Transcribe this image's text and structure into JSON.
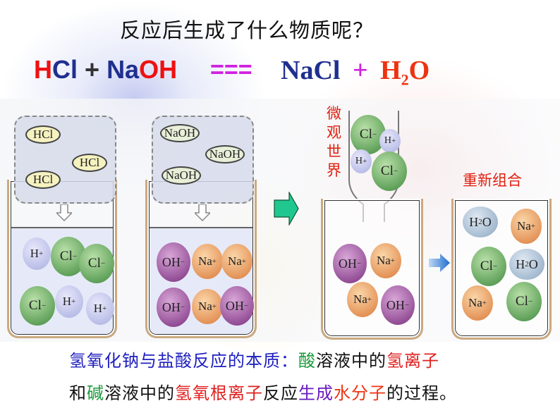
{
  "title": "反应后生成了什么物质呢？",
  "equation": {
    "reactant1": {
      "part1": "H",
      "part2": "Cl"
    },
    "plus1": "+",
    "reactant2": {
      "part1": "Na",
      "part2": "OH"
    },
    "equals": "===",
    "product1": "NaCl",
    "plus2": "+",
    "product2": {
      "base": "H",
      "sub": "2",
      "tail": "O"
    }
  },
  "diagram": {
    "hcl_molecules": [
      "HCl",
      "HCl",
      "HCl"
    ],
    "naoh_molecules": [
      "NaOH",
      "NaOH",
      "NaOH"
    ],
    "beaker1_ions": [
      {
        "sym": "H",
        "charge": "+"
      },
      {
        "sym": "Cl",
        "charge": "−"
      },
      {
        "sym": "Cl",
        "charge": "−"
      },
      {
        "sym": "Cl",
        "charge": "−"
      },
      {
        "sym": "H",
        "charge": "+"
      },
      {
        "sym": "H",
        "charge": "+"
      }
    ],
    "beaker2_ions": [
      {
        "sym": "OH",
        "charge": "−"
      },
      {
        "sym": "Na",
        "charge": "+"
      },
      {
        "sym": "Na",
        "charge": "+"
      },
      {
        "sym": "OH",
        "charge": "−"
      },
      {
        "sym": "Na",
        "charge": "+"
      },
      {
        "sym": "OH",
        "charge": "−"
      }
    ],
    "micro_label": [
      "微",
      "观",
      "世",
      "界"
    ],
    "funnel_ions": [
      {
        "sym": "Cl",
        "charge": "−"
      },
      {
        "sym": "H",
        "charge": "+"
      },
      {
        "sym": "H",
        "charge": "+"
      },
      {
        "sym": "Cl",
        "charge": "−"
      }
    ],
    "beaker3_ions": [
      {
        "sym": "OH",
        "charge": "−"
      },
      {
        "sym": "Na",
        "charge": "+"
      },
      {
        "sym": "Na",
        "charge": "+"
      },
      {
        "sym": "OH",
        "charge": "−"
      }
    ],
    "recombine_label": "重新组合",
    "beaker4_ions": [
      {
        "sym": "H",
        "sub": "2",
        "tail": "O"
      },
      {
        "sym": "Na",
        "charge": "+"
      },
      {
        "sym": "Cl",
        "charge": "−"
      },
      {
        "sym": "H",
        "sub": "2",
        "tail": "O"
      },
      {
        "sym": "Na",
        "charge": "+"
      },
      {
        "sym": "Cl",
        "charge": "−"
      }
    ]
  },
  "explanation": {
    "line1": [
      {
        "text": "氢氧化钠与盐酸反应的本质：",
        "color": "blue"
      },
      {
        "text": "酸",
        "color": "green"
      },
      {
        "text": "溶液中的",
        "color": "black"
      },
      {
        "text": "氢离子",
        "color": "red"
      }
    ],
    "line2": [
      {
        "text": "和",
        "color": "black"
      },
      {
        "text": "碱",
        "color": "green"
      },
      {
        "text": "溶液中的",
        "color": "black"
      },
      {
        "text": "氢氧根离子",
        "color": "red"
      },
      {
        "text": "反应",
        "color": "black"
      },
      {
        "text": "生成",
        "color": "purple"
      },
      {
        "text": "水分子",
        "color": "orange"
      },
      {
        "text": "的过程。",
        "color": "black"
      }
    ]
  },
  "colors": {
    "red": "#ee1111",
    "navy": "#1f2f8f",
    "magenta": "#d020e0",
    "orange_red": "#ee3311",
    "arrow_green": "#20c890",
    "arrow_blue": "#2a7ed8"
  }
}
